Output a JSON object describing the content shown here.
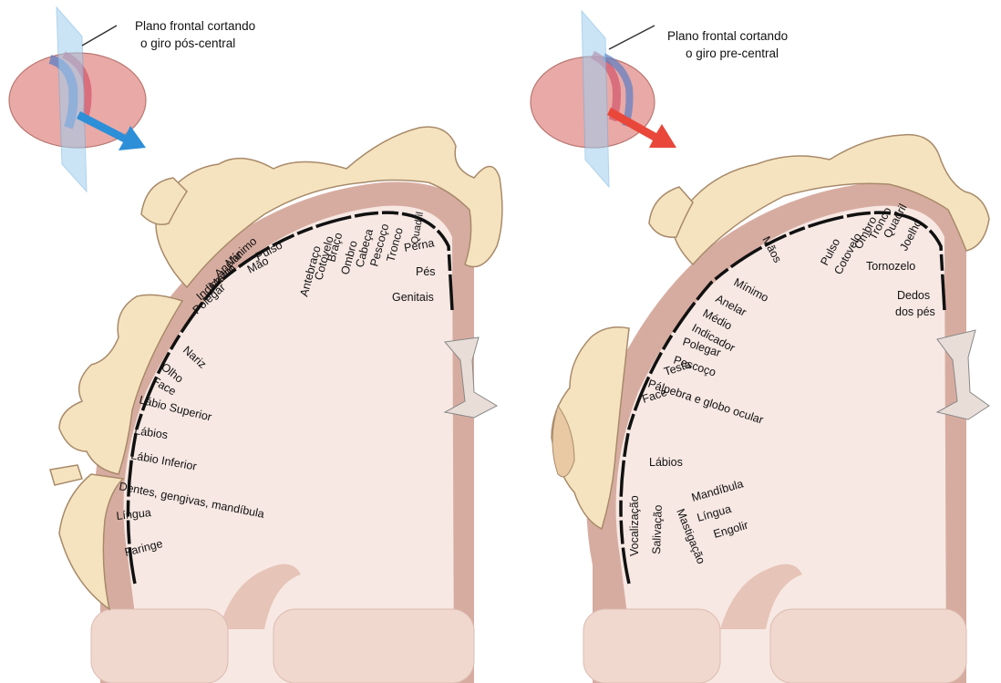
{
  "sensory_panel": {
    "caption_line1": "Plano frontal cortando",
    "caption_line2": "o giro pós-central",
    "arrow_color": "#2d8fd8",
    "labels": [
      "Faringe",
      "Língua",
      "Dentes, gengivas, mandíbula",
      "Lábio Inferior",
      "Lábios",
      "Lábio Superior",
      "Face",
      "Olho",
      "Nariz",
      "Polegar",
      "Indicador",
      "Médio",
      "Anelar",
      "Mínimo",
      "Mão",
      "Pulso",
      "Antebraço",
      "Cotovelo",
      "Braço",
      "Ombro",
      "Cabeça",
      "Pescoço",
      "Tronco",
      "Quadril",
      "Perna",
      "Pés",
      "Genitais"
    ]
  },
  "motor_panel": {
    "caption_line1": "Plano frontal cortando",
    "caption_line2": "o giro pre-central",
    "arrow_color": "#e8473a",
    "labels": [
      "Vocalização",
      "Salivação",
      "Mastigação",
      "Engolir",
      "Língua",
      "Mandíbula",
      "Lábios",
      "Face",
      "Pálpebra e globo ocular",
      "Testa",
      "Pescoço",
      "Polegar",
      "Indicador",
      "Médio",
      "Anelar",
      "Mínimo",
      "Mãos",
      "Pulso",
      "Cotovelo",
      "Ombro",
      "Tronco",
      "Quadril",
      "Joelho",
      "Tornozelo",
      "Dedos",
      "dos pés"
    ]
  },
  "colors": {
    "cortex_outer": "#d7aca0",
    "cortex_inner": "#f7e8e3",
    "homunculus_fill": "#f5e3bf",
    "homunculus_stroke": "#a88a6a"
  }
}
